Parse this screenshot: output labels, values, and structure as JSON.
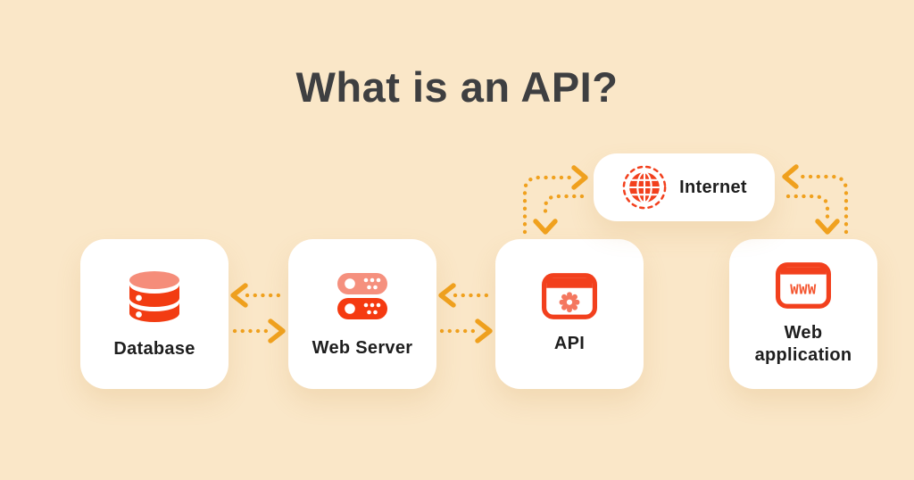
{
  "title": "What is an API?",
  "colors": {
    "background": "#FAE7C8",
    "card": "#FFFFFF",
    "primary_red": "#F2401D",
    "salmon": "#F5907E",
    "arrow_orange": "#F0A11E",
    "title_text": "#3E3F41",
    "label_text": "#1E1E1E"
  },
  "nodes": {
    "database": {
      "label": "Database",
      "icon": "database-icon"
    },
    "web_server": {
      "label": "Web Server",
      "icon": "server-stack-icon"
    },
    "api": {
      "label": "API",
      "icon": "browser-gear-icon"
    },
    "internet": {
      "label": "Internet",
      "icon": "globe-dashed-icon"
    },
    "web_application": {
      "label": "Web application",
      "icon": "browser-www-icon",
      "icon_text": "WWW"
    }
  },
  "connections": [
    {
      "from": "web_server",
      "to": "database"
    },
    {
      "from": "database",
      "to": "web_server"
    },
    {
      "from": "api",
      "to": "web_server"
    },
    {
      "from": "web_server",
      "to": "api"
    },
    {
      "from": "api",
      "to": "internet"
    },
    {
      "from": "internet",
      "to": "api"
    },
    {
      "from": "web_application",
      "to": "internet"
    },
    {
      "from": "internet",
      "to": "web_application"
    }
  ]
}
